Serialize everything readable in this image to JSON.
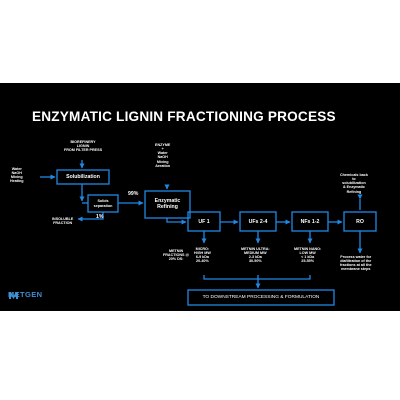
{
  "title": "ENZYMATIC LIGNIN FRACTIONING PROCESS",
  "inputs": {
    "biorefinery": "BIOREFINERY\nLIGNIN\nFROM FILTER PRESS",
    "water_left": "Water\nNaOH\nMixing\nHeating",
    "enzyme": "ENZYME\n+\nWater\nNaOH\nMixing\nAeration",
    "chemicals_back": "Chemicals back\nto\nsolubilization\n& Enzymatic\nRefining"
  },
  "nodes": {
    "solubilization": "Solubilization",
    "solids_separation": "Solids\nseparation",
    "enzymatic_refining": "Enzymatic\nRefining",
    "uf1": "UF 1",
    "ufs24": "UFs 2-4",
    "nfs12": "NFs 1-2",
    "ro": "RO",
    "downstream": "TO DOWNSTREAM PROCESSING & FORMULATION"
  },
  "labels": {
    "pct_99": "99%",
    "pct_1": "1%",
    "insoluble": "INSOLUBLE\nFRACTION",
    "metnin_fractions": "METNIN\nFRACTIONS @\n20% DS:",
    "micro": "MICRO:\nHIGH MW\n6-9 kDa\n20-40%",
    "ultra": "METNIN ULTRA:\nMEDIUM MW\n2-3 kDa\n30-50%",
    "nano": "METNIN NANO:\nLOW MW\n< 1 kDa\n25-55%",
    "process_water": "Process water for\ndiafiltration of the\nfractions at all the\nmembrane steps"
  },
  "logo": {
    "text": "METGEN",
    "icon": "metgen-logo-icon"
  },
  "colors": {
    "background": "#000000",
    "accent": "#1e88e5",
    "text": "#ffffff"
  }
}
